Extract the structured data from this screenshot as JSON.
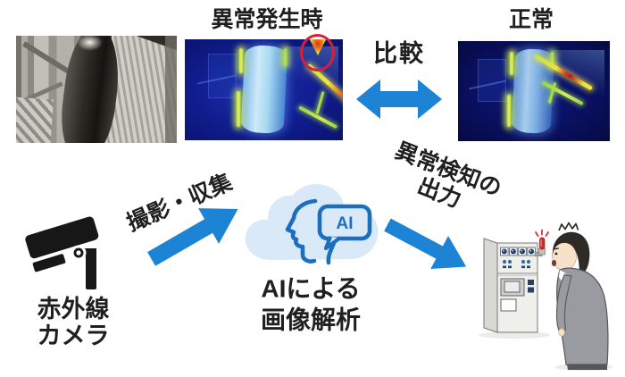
{
  "diagram": {
    "description_visible_text_only": true,
    "top_row": {
      "anomaly_title": "異常発生時",
      "normal_title": "正常",
      "compare_label": "比較"
    },
    "flow": {
      "capture_label": "撮影・収集",
      "output_label_line1": "異常検知の",
      "output_label_line2": "出力",
      "camera_label_line1": "赤外線",
      "camera_label_line2": "カメラ",
      "ai_label_line1": "AIによる",
      "ai_label_line2": "画像解析",
      "ai_badge": "AI"
    },
    "icons": {
      "cctv_camera": "cctv-camera-icon",
      "ai_cloud": "ai-cloud-icon",
      "head_profile": "head-profile-icon",
      "ai_speech_bubble": "ai-speech-bubble-icon",
      "control_panel": "control-panel-illustration",
      "alarm_light": "alarm-light-icon",
      "surprised_operator": "surprised-operator-illustration",
      "anomaly_circle": "anomaly-highlight-circle"
    },
    "colors": {
      "arrow_blue": "#1d83d4",
      "cloud_fill": "#d9e9f8",
      "ai_line_blue": "#1c6fbf",
      "alert_red": "#d6203a",
      "text": "#1f1f1f",
      "thermal_navy": "#0a1268"
    }
  }
}
